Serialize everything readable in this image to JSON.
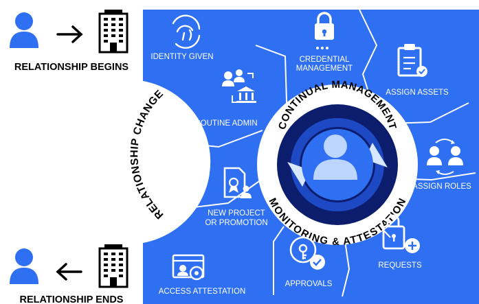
{
  "colors": {
    "blue": "#2f6ff2",
    "navy": "#0c1d6e",
    "mid": "#1e49c4",
    "light": "#d6e7ff",
    "black": "#000000"
  },
  "start": {
    "label": "RELATIONSHIP BEGINS"
  },
  "end": {
    "label": "RELATIONSHIP ENDS"
  },
  "relationship_change": "RELATIONSHIP CHANGE",
  "center": {
    "top_arc": "CONTINUAL MANAGEMENT",
    "bottom_arc": "MONITORING & ATTESTATION"
  },
  "segments": {
    "identity_given": "IDENTITY GIVEN",
    "credential_line1": "CREDENTIAL",
    "credential_line2": "MANAGEMENT",
    "assign_assets": "ASSIGN ASSETS",
    "routine_admin": "ROUTINE ADMIN",
    "assign_roles": "ASSIGN ROLES",
    "new_project_line1": "NEW PROJECT",
    "new_project_line2": "OR PROMOTION",
    "requests": "REQUESTS",
    "approvals": "APPROVALS",
    "access_attestation": "ACCESS ATTESTATION"
  },
  "icons": [
    "person-icon",
    "arrow-right-icon",
    "building-icon",
    "arrow-left-icon",
    "fingerprint-icon",
    "padlock-icon",
    "clipboard-icon",
    "admin-icon",
    "roles-icon",
    "document-award-icon",
    "lock-add-icon",
    "key-check-icon",
    "attestation-icon",
    "user-center-icon"
  ]
}
